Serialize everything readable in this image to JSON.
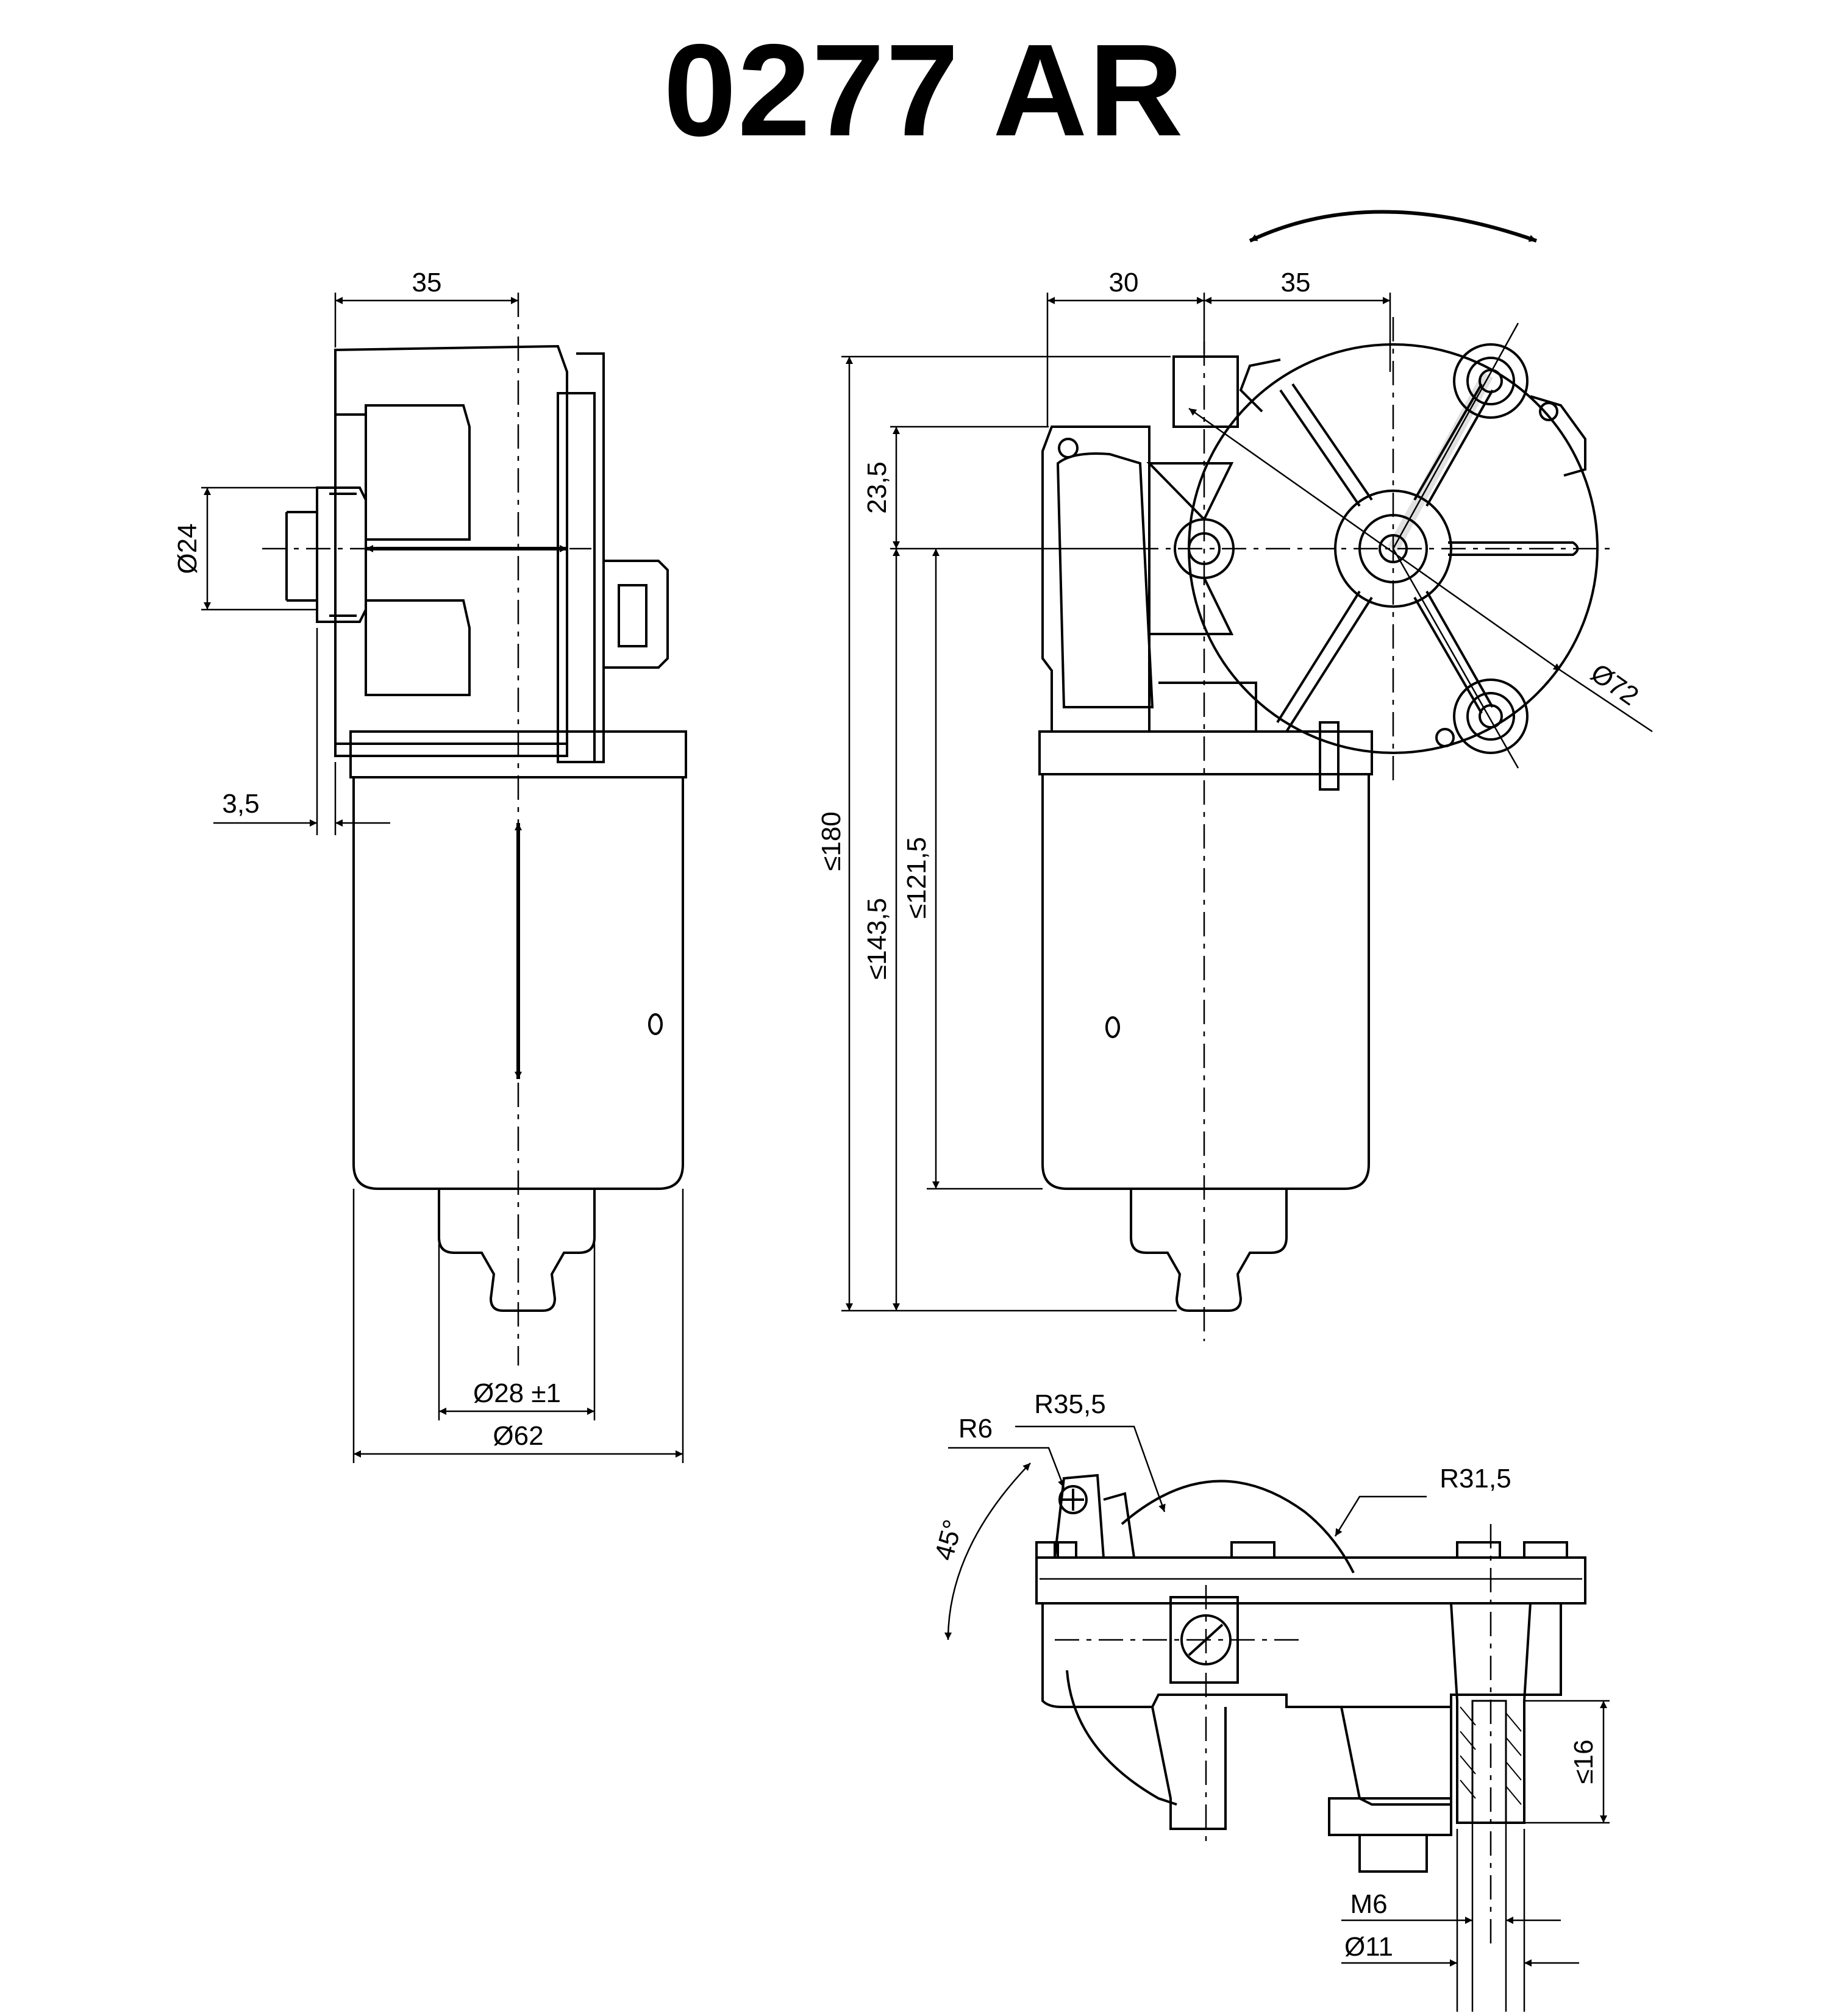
{
  "title": "0277 AR",
  "colors": {
    "line": "#000000",
    "background": "#ffffff"
  },
  "views": {
    "side": {
      "dims": {
        "top_width": "35",
        "shaft_dia": "Ø24",
        "flange_offset": "3,5",
        "cap_dia": "Ø28 ±1",
        "body_dia": "Ø62"
      }
    },
    "front": {
      "dims": {
        "width_left": "30",
        "width_right": "35",
        "height_total": "≤180",
        "height_body": "≤143,5",
        "height_motor": "≤121,5",
        "center_offset": "23,5",
        "gear_dia": "Ø72"
      }
    },
    "bottom": {
      "dims": {
        "radius_large": "R35,5",
        "radius_small": "R6",
        "angle": "45°",
        "radius_gear": "R31,5",
        "depth": "≤16",
        "thread": "M6",
        "hole_dia": "Ø11"
      }
    }
  }
}
